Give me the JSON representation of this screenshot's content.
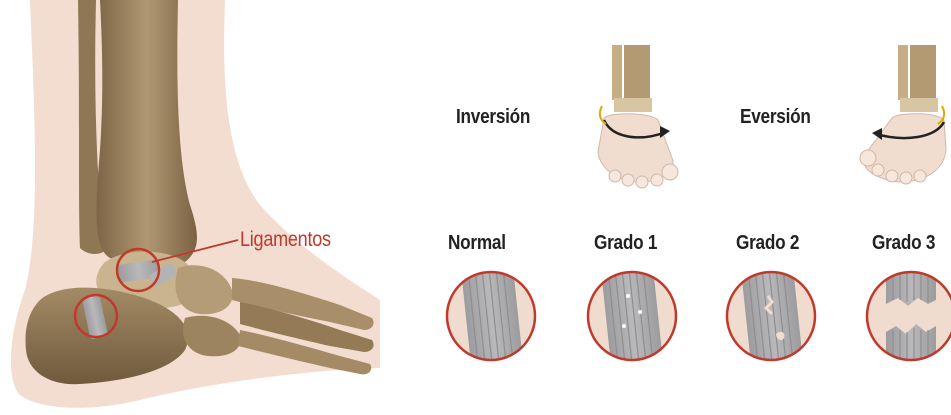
{
  "anatomy_callout": {
    "label": "Ligamentos",
    "color": "#c0392b"
  },
  "mechanisms": [
    {
      "label": "Inversión",
      "icon": "foot-inversion-icon"
    },
    {
      "label": "Eversión",
      "icon": "foot-eversion-icon"
    }
  ],
  "grades": [
    {
      "label": "Normal",
      "icon": "ligament-normal-icon"
    },
    {
      "label": "Grado 1",
      "icon": "ligament-grade-1-icon"
    },
    {
      "label": "Grado 2",
      "icon": "ligament-grade-2-icon"
    },
    {
      "label": "Grado 3",
      "icon": "ligament-grade-3-icon"
    }
  ],
  "colors": {
    "bone": "#a58c68",
    "skin": "#f2ddd0",
    "ligament": "#a9a9ab",
    "accent": "#c0392b"
  }
}
